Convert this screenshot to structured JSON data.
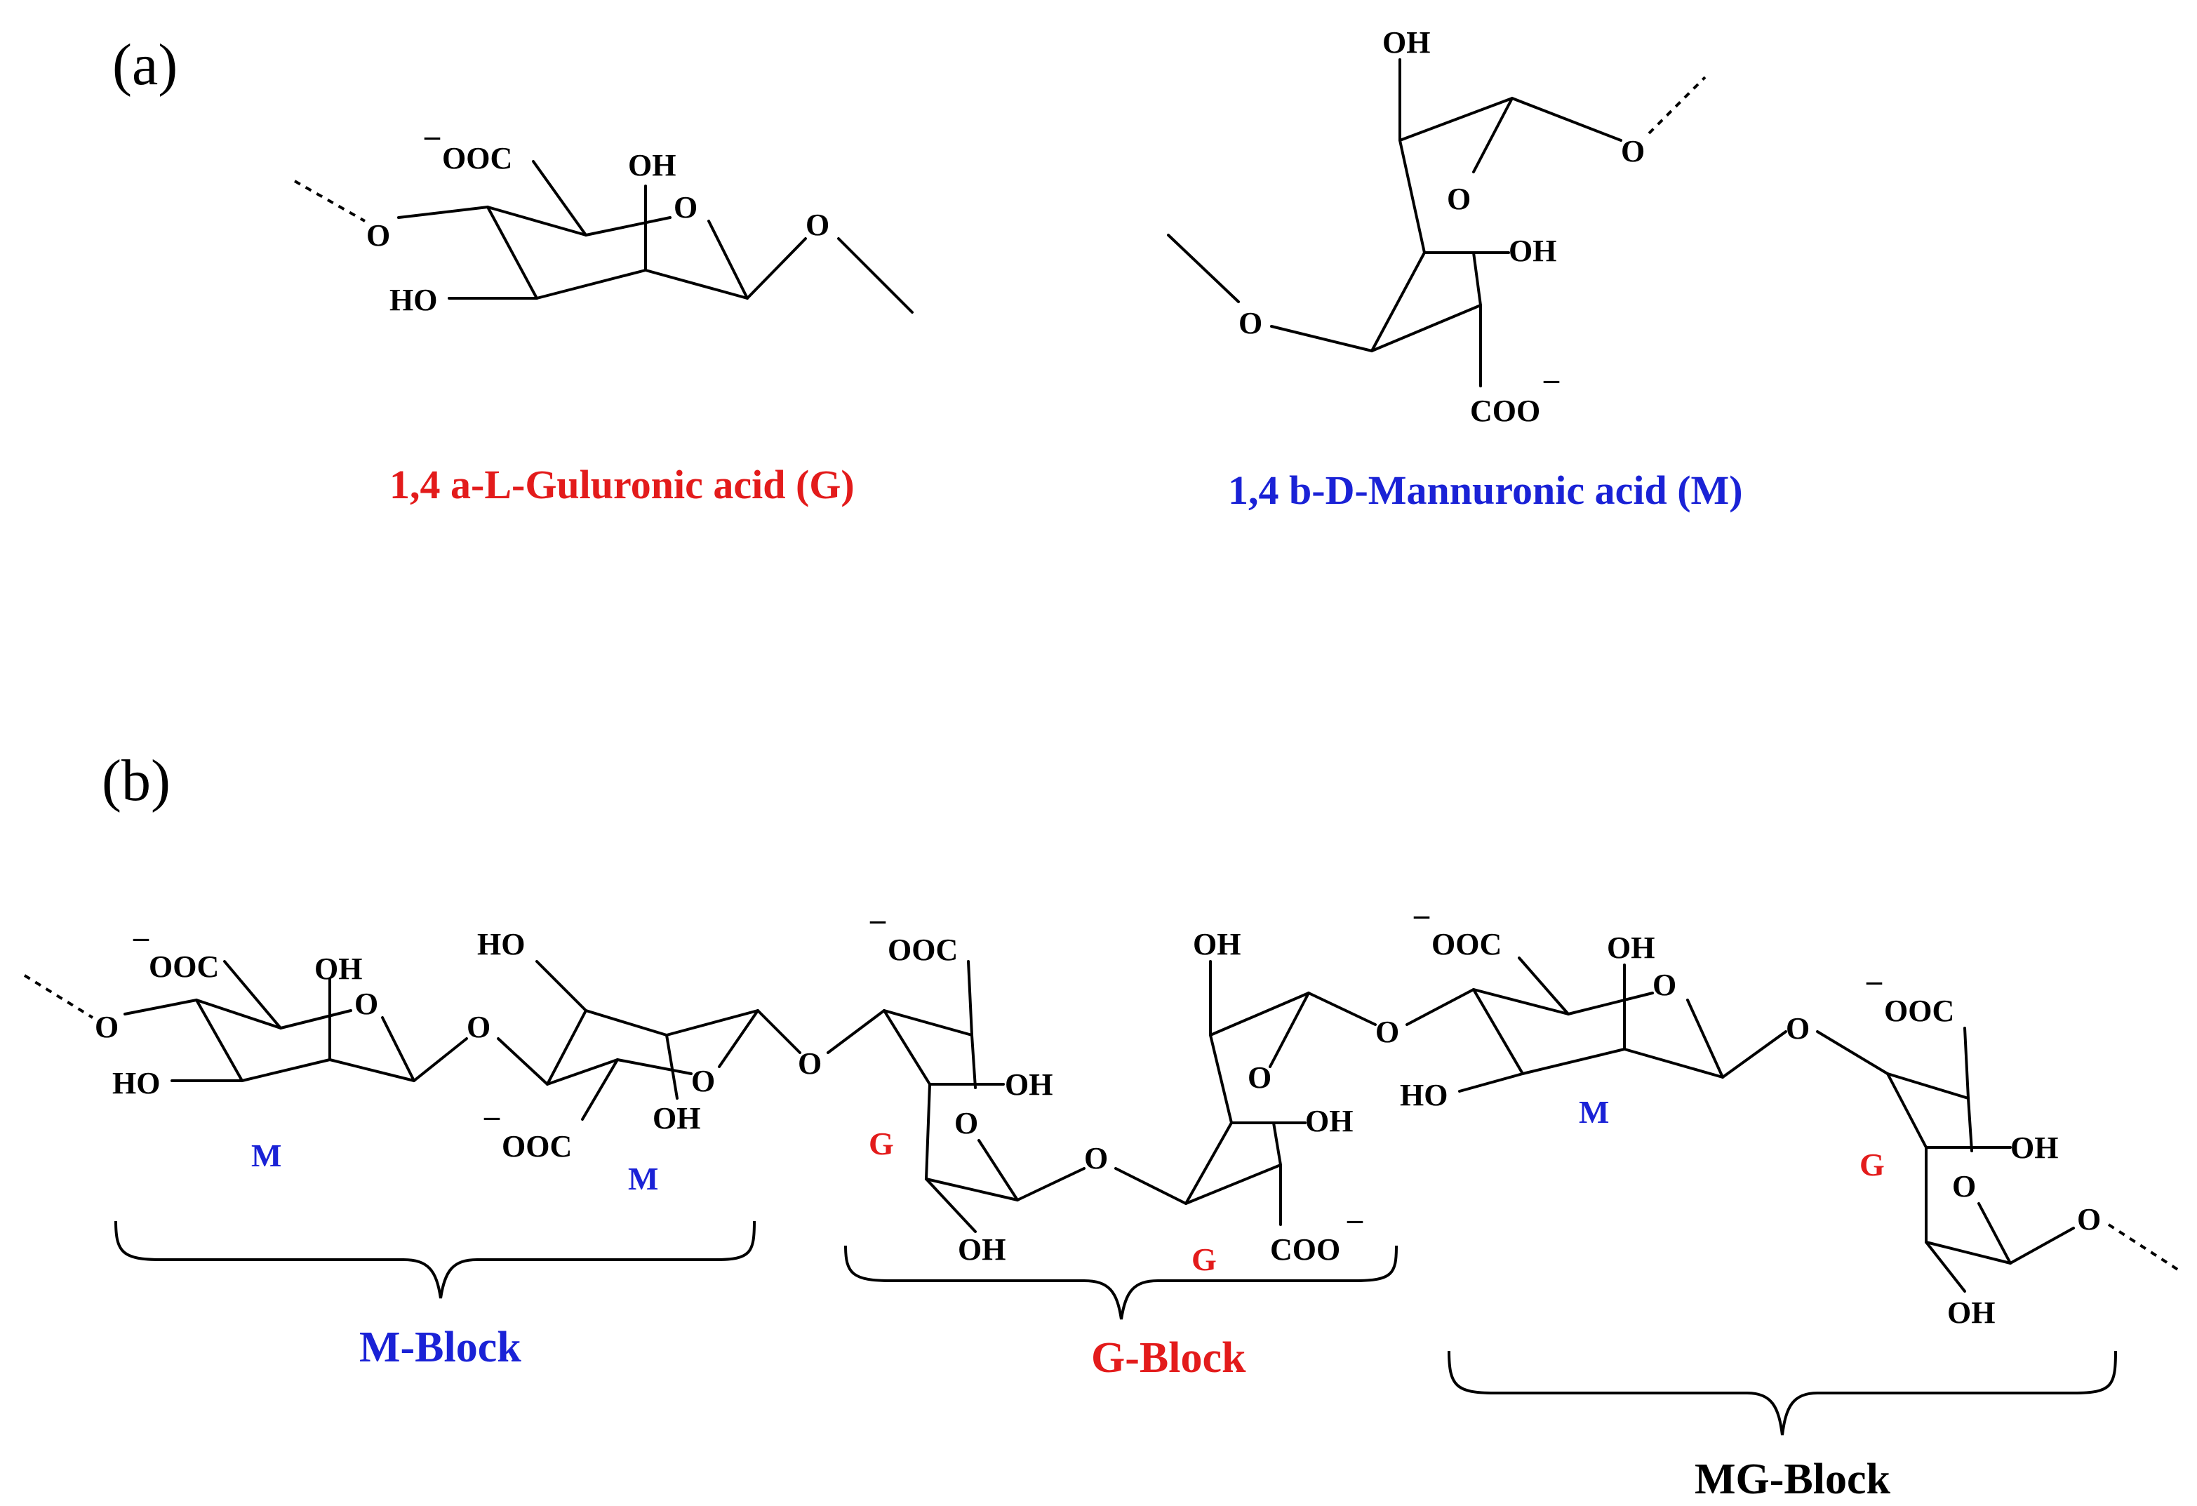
{
  "panels": {
    "a": "(a)",
    "b": "(b)"
  },
  "colors": {
    "guluronic": "#e31b1b",
    "mannuronic": "#1a22d6",
    "neutral": "#000000"
  },
  "captions": {
    "guluronic": "1,4 a-L-Guluronic acid (G)",
    "mannuronic": "1,4 b-D-Mannuronic acid (M)"
  },
  "atoms": {
    "O": "O",
    "OH": "OH",
    "HO": "HO",
    "OOC": "OOC",
    "COO": "COO",
    "minus": "–"
  },
  "units": {
    "M": "M",
    "G": "G"
  },
  "blocks": {
    "M": "M-Block",
    "G": "G-Block",
    "MG": "MG-Block"
  }
}
